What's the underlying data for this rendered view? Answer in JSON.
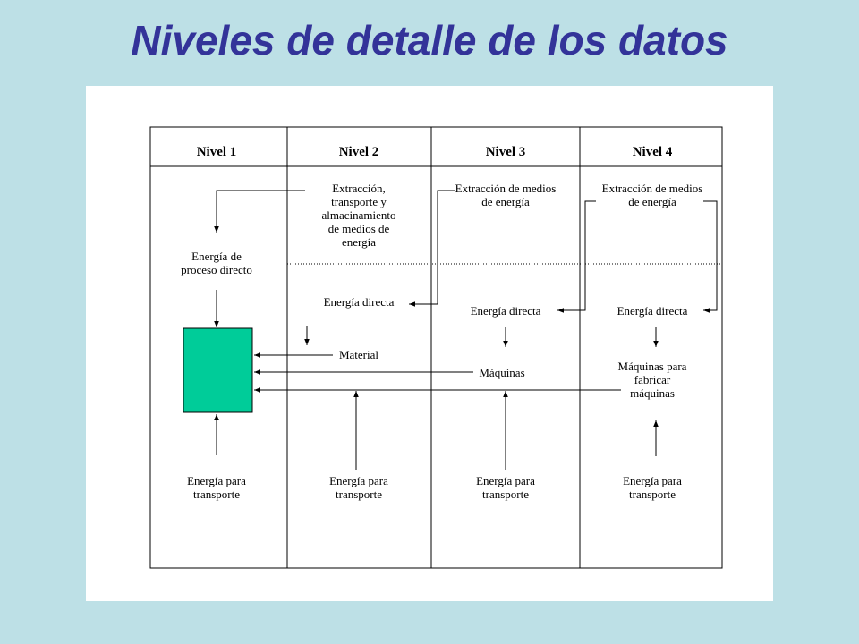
{
  "title": "Niveles de detalle de los datos",
  "columns": [
    {
      "header": "Nivel 1"
    },
    {
      "header": "Nivel 2"
    },
    {
      "header": "Nivel 3"
    },
    {
      "header": "Nivel 4"
    }
  ],
  "nodes": {
    "n1_energia_proceso": [
      "Energía de",
      "proceso directo"
    ],
    "n1_transporte": [
      "Energía para",
      "transporte"
    ],
    "n2_extraccion": [
      "Extracción,",
      "transporte y",
      "almacinamiento",
      "de medios de",
      "energía"
    ],
    "n2_energia_directa": [
      "Energía directa"
    ],
    "n2_material": [
      "Material"
    ],
    "n2_transporte": [
      "Energía para",
      "transporte"
    ],
    "n3_extraccion": [
      "Extracción de medios",
      "de energía"
    ],
    "n3_energia_directa": [
      "Energía directa"
    ],
    "n3_maquinas": [
      "Máquinas"
    ],
    "n3_transporte": [
      "Energía para",
      "transporte"
    ],
    "n4_extraccion": [
      "Extracción de medios",
      "de energía"
    ],
    "n4_energia_directa": [
      "Energía directa"
    ],
    "n4_maquinas": [
      "Máquinas para",
      "fabricar",
      "máquinas"
    ],
    "n4_transporte": [
      "Energía para",
      "transporte"
    ]
  },
  "colors": {
    "box_fill": "#00cc99",
    "title": "#333399",
    "background": "#bde0e6"
  }
}
